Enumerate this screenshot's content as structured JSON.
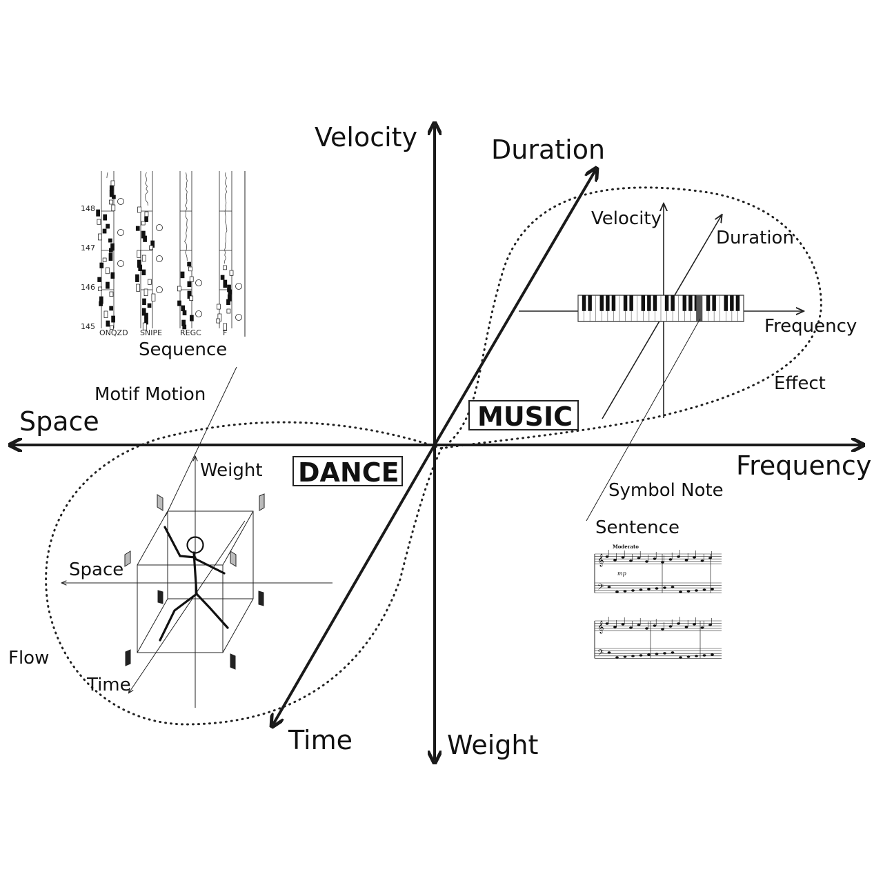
{
  "main_axes": {
    "velocity": "Velocity",
    "duration": "Duration",
    "space": "Space",
    "frequency": "Frequency",
    "time": "Time",
    "weight": "Weight"
  },
  "regions": {
    "music": "MUSIC",
    "dance": "DANCE"
  },
  "music_inset": {
    "velocity": "Velocity",
    "duration": "Duration",
    "frequency": "Frequency",
    "effect": "Effect",
    "symbol_note": "Symbol Note",
    "sentence": "Sentence",
    "score_tempo": "Moderato",
    "score_dynamic": "mp"
  },
  "dance_inset": {
    "weight": "Weight",
    "space": "Space",
    "time": "Time",
    "flow": "Flow",
    "sequence": "Sequence",
    "motif_motion": "Motif Motion",
    "measure_numbers": [
      "148",
      "147",
      "146",
      "145"
    ],
    "column_labels": [
      "ONQZD",
      "SNIPE",
      "REGC",
      "F"
    ]
  },
  "icons": {
    "keyboard": "piano-keyboard-icon",
    "figure": "stick-figure-icon",
    "score": "sheet-music-icon",
    "labanotation": "labanotation-score-icon"
  }
}
